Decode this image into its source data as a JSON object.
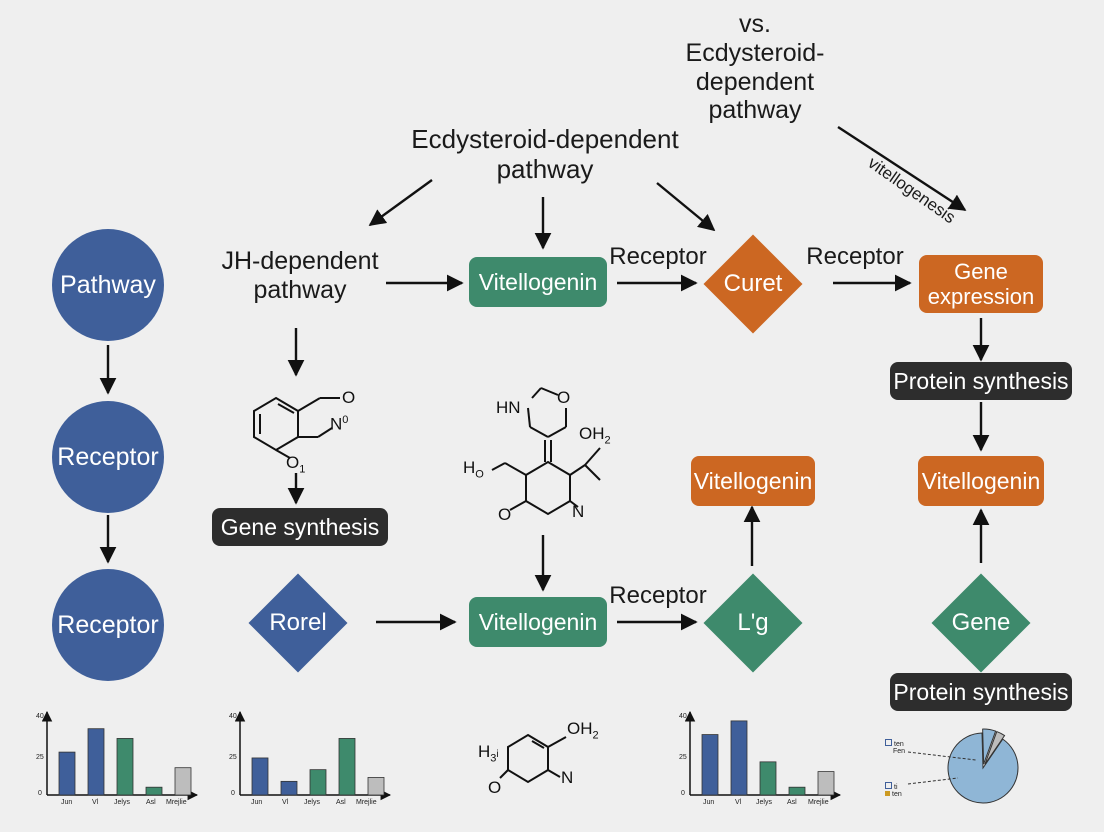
{
  "colors": {
    "blue": "#3f5f9a",
    "green": "#3e8a6c",
    "orange": "#cc6722",
    "dark": "#2d2d2d",
    "background": "#efefef",
    "bar_gray": "#bdbdbd",
    "pie_blue": "#8fb6d6"
  },
  "header": {
    "vs_title": "vs.\nEcdysteroid-\ndependent\npathway",
    "ecdysteroid_title": "Ecdysteroid-dependent\npathway",
    "vitellogenesis_label": "vitellogenesis"
  },
  "left_column": {
    "circle_1": "Pathway",
    "circle_2": "Receptor",
    "circle_3": "Receptor"
  },
  "middle": {
    "jh_label": "JH-dependent\npathway",
    "vitellogenin_top": "Vitellogenin",
    "receptor_top_1": "Receptor",
    "curet_diamond": "Curet",
    "receptor_top_2": "Receptor",
    "gene_expression": "Gene\nexpression",
    "protein_synthesis_1": "Protein synthesis",
    "vitellogenin_right_mid": "Vitellogenin",
    "gene_synthesis": "Gene synthesis",
    "vitellogenin_orange": "Vitellogenin",
    "rorel_diamond": "Rorel",
    "vitellogenin_bottom": "Vitellogenin",
    "receptor_bottom": "Receptor",
    "lg_diamond": "L'g",
    "gene_diamond": "Gene",
    "protein_synthesis_2": "Protein synthesis"
  },
  "chemistry": {
    "mol1": {
      "o_ring": "O",
      "n_label": "N",
      "n_sup": "0",
      "o_label": "O",
      "o_sub": "1"
    },
    "mol2": {
      "hn": "HN",
      "o_top": "O",
      "oh2": "OH",
      "oh2_sub": "2",
      "ho": "H",
      "ho_sub": "O",
      "o_left": "O",
      "n_label": "N"
    },
    "mol3": {
      "oh2": "OH",
      "oh2_sub": "2",
      "h": "H",
      "h_sub": "3",
      "h_sub2": "i",
      "o": "O",
      "n": "N"
    }
  },
  "mini_charts": [
    {
      "ticks": [
        "40",
        "25",
        "0"
      ],
      "categories": [
        "Jun",
        "Vl",
        "Jelys",
        "Asl",
        "Mrejlie"
      ]
    },
    {
      "ticks": [
        "40",
        "25",
        "0"
      ],
      "categories": [
        "Jun",
        "Vl",
        "Jelys",
        "Asl",
        "Mrejlie"
      ]
    },
    {
      "ticks": [
        "40",
        "25",
        "0"
      ],
      "categories": [
        "Jun",
        "Vl",
        "Jelys",
        "Asl",
        "Mrejlie"
      ]
    }
  ],
  "pie_legend": [
    "ten",
    "Fen",
    "ti",
    "ten"
  ],
  "chart_data": [
    {
      "type": "bar",
      "categories": [
        "Jun",
        "Vl",
        "Jelys",
        "Asl",
        "Mrejlie"
      ],
      "values": [
        22,
        34,
        29,
        4,
        14
      ],
      "ylim": [
        0,
        40
      ],
      "colors": [
        "#3f5f9a",
        "#3f5f9a",
        "#3e8a6c",
        "#3e8a6c",
        "#bdbdbd"
      ]
    },
    {
      "type": "bar",
      "categories": [
        "Jun",
        "Vl",
        "Jelys",
        "Asl",
        "Mrejlie"
      ],
      "values": [
        19,
        7,
        13,
        29,
        9
      ],
      "ylim": [
        0,
        40
      ],
      "colors": [
        "#3f5f9a",
        "#3f5f9a",
        "#3e8a6c",
        "#3e8a6c",
        "#bdbdbd"
      ]
    },
    {
      "type": "bar",
      "categories": [
        "Jun",
        "Vl",
        "Jelys",
        "Asl",
        "Mrejlie"
      ],
      "values": [
        31,
        38,
        17,
        4,
        12
      ],
      "ylim": [
        0,
        40
      ],
      "colors": [
        "#3f5f9a",
        "#3f5f9a",
        "#3e8a6c",
        "#3e8a6c",
        "#bdbdbd"
      ]
    },
    {
      "type": "pie",
      "values": [
        90,
        6,
        4
      ],
      "colors": [
        "#8fb6d6",
        "#8fb6d6",
        "#bdbdbd"
      ]
    }
  ]
}
